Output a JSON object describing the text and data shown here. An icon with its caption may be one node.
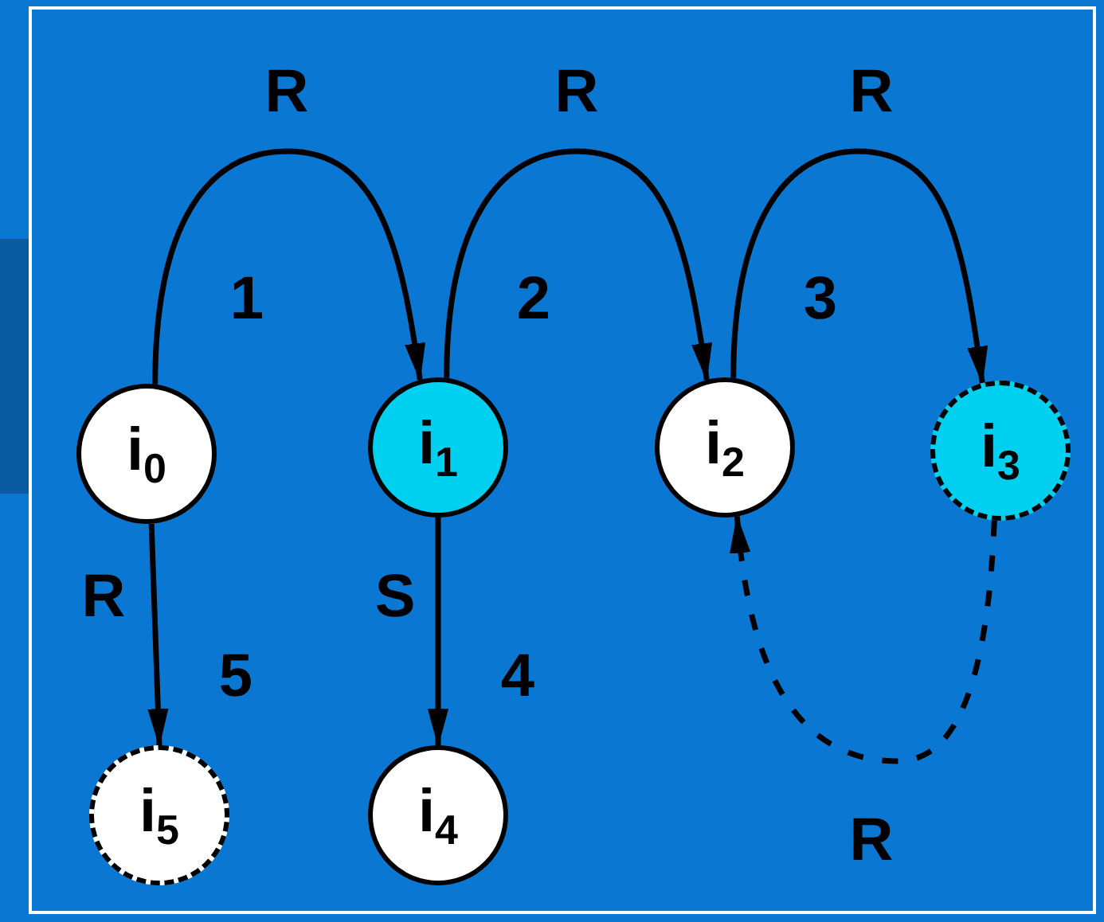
{
  "diagram": {
    "nodes": [
      {
        "text": [
          "i$_{0}$"
        ]
      },
      {
        "text": [
          "i$_{1}$"
        ]
      },
      {
        "text": [
          "i$_{2}$"
        ]
      },
      {
        "text": [
          "i$_{3}$"
        ]
      },
      {
        "text": [
          "i$_{5}$"
        ]
      },
      {
        "text": [
          "i$_{4}$"
        ]
      }
    ],
    "edges": [
      {
        "from": 0,
        "to": 1,
        "arrow": "to",
        "label": "R"
      },
      {
        "from": 1,
        "to": 2,
        "arrow": "to",
        "label": "R"
      },
      {
        "from": 2,
        "to": 3,
        "arrow": "to",
        "label": "R"
      },
      {
        "from": 0,
        "to": 4,
        "arrow": "to",
        "label": "R"
      },
      {
        "from": 1,
        "to": 5,
        "arrow": "to",
        "label": "S"
      },
      {
        "from": 3,
        "to": 2,
        "arrow": "to",
        "label": "R",
        "style": "dashed"
      }
    ],
    "labels": [
      "1",
      "2",
      "3",
      "5",
      "4"
    ]
  }
}
